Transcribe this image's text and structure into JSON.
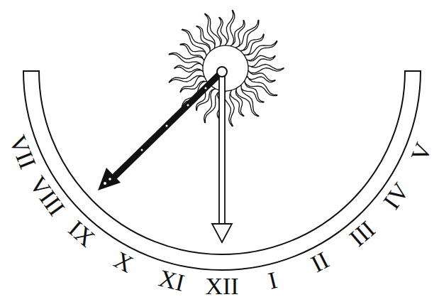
{
  "diagram": {
    "labels": [
      "VII",
      "VIII",
      "IX",
      "X",
      "XI",
      "XII",
      "I",
      "II",
      "III",
      "IV",
      "V"
    ]
  }
}
